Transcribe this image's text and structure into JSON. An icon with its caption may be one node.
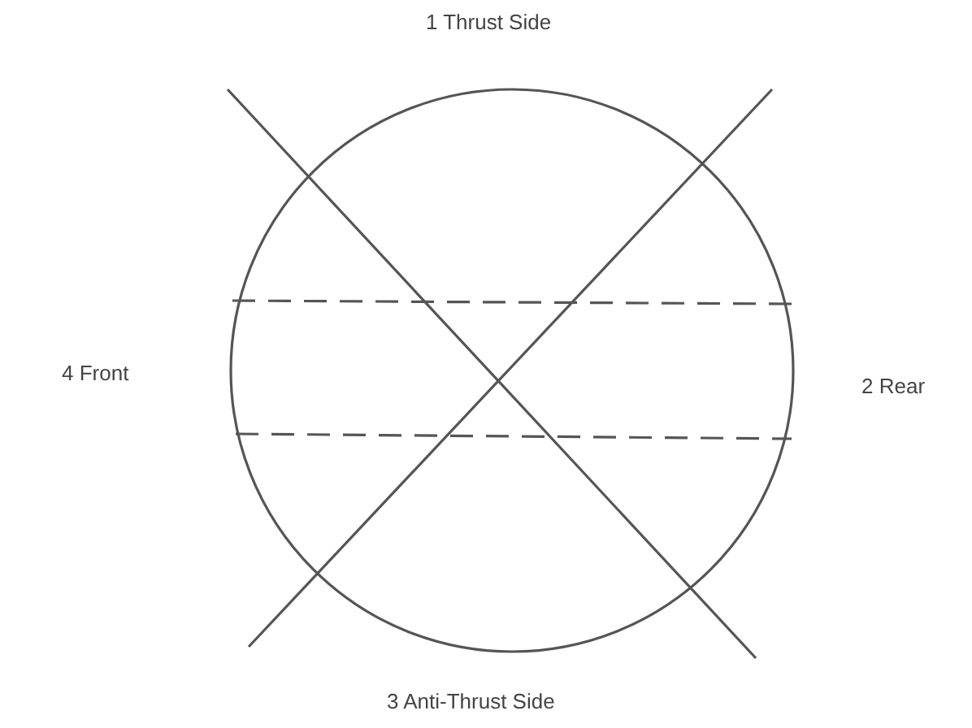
{
  "diagram": {
    "labels": [
      "1 Thrust Side",
      "4 Front",
      "2 Rear",
      "3 Anti-Thrust Side"
    ]
  }
}
